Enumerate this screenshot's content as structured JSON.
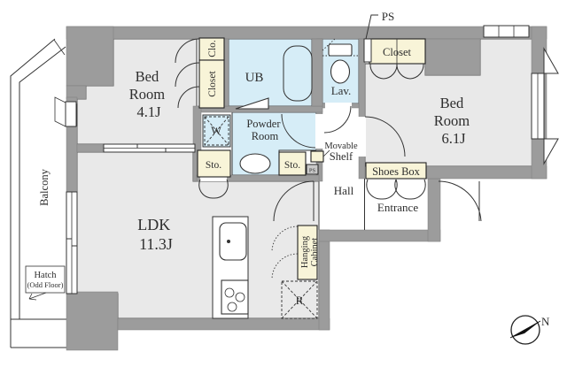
{
  "colors": {
    "background": "#ffffff",
    "wall": "#9c9c9c",
    "floor": "#e9e9e9",
    "wet_area": "#d6edf7",
    "storage": "#f8f4d8",
    "line": "#333333"
  },
  "rooms": {
    "bedroom_41": {
      "line1": "Bed",
      "line2": "Room",
      "size": "4.1J"
    },
    "bedroom_61": {
      "line1": "Bed",
      "line2": "Room",
      "size": "6.1J"
    },
    "ldk": {
      "line1": "LDK",
      "size": "11.3J"
    },
    "unit_bath": {
      "label": "UB"
    },
    "lavatory": {
      "label": "Lav."
    },
    "powder_room": {
      "line1": "Powder",
      "line2": "Room"
    },
    "hall": {
      "label": "Hall"
    },
    "entrance": {
      "label": "Entrance"
    },
    "balcony": {
      "label": "Balcony"
    }
  },
  "storage": {
    "clo": {
      "label": "Clo."
    },
    "closet_bedroom_41": {
      "label": "Closet"
    },
    "closet_bedroom_61": {
      "label": "Closet"
    },
    "sto_left": {
      "label": "Sto."
    },
    "sto_right": {
      "label": "Sto."
    },
    "shoes_box": {
      "label": "Shoes Box"
    },
    "hanging_cabinet": {
      "line1": "Hanging",
      "line2": "Cabinet"
    },
    "movable_shelf": {
      "line1": "Movable",
      "line2": "Shelf"
    },
    "washer": {
      "label": "W"
    },
    "refrigerator": {
      "label": "R"
    }
  },
  "annotations": {
    "ps_top": {
      "label": "PS"
    },
    "ps_small": {
      "label": "PS"
    },
    "hatch": {
      "line1": "Hatch",
      "line2": "(Odd Floor)"
    },
    "compass_north": {
      "label": "N"
    }
  }
}
